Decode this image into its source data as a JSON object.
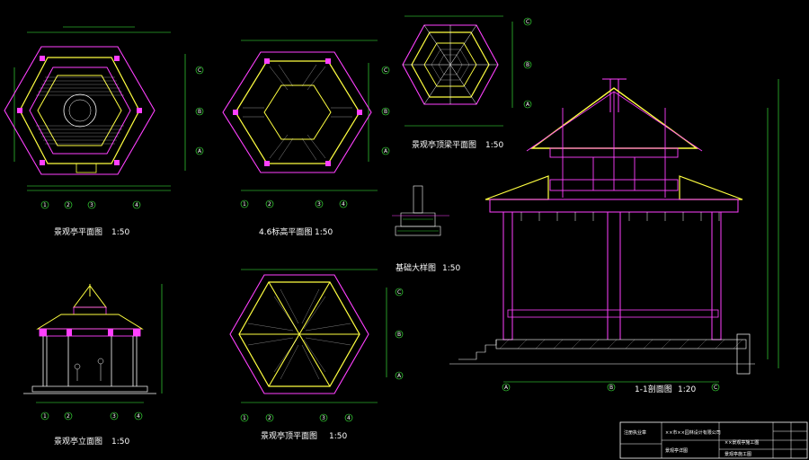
{
  "colors": {
    "background": "#000000",
    "yellow": "#ffff40",
    "magenta": "#ff40ff",
    "white": "#ffffff",
    "green": "#40ff40",
    "cyan": "#40ffff",
    "red": "#ff4040"
  },
  "drawings": {
    "plan_pavilion": {
      "title": "景观亭平面图",
      "scale": "1:50"
    },
    "plan_46": {
      "title": "4.6标高平面图",
      "scale": "1:50"
    },
    "roof_frame_plan": {
      "title": "景观亭顶梁平面图",
      "scale": "1:50"
    },
    "base_detail": {
      "title": "基础大样图",
      "scale": "1:50"
    },
    "elevation": {
      "title": "景观亭立面图",
      "scale": "1:50"
    },
    "roof_plan": {
      "title": "景观亭顶平面图",
      "scale": "1:50"
    },
    "section": {
      "title": "1-1剖面图",
      "scale": "1:20"
    }
  },
  "grid_labels": {
    "columns": [
      "1",
      "2",
      "3",
      "4"
    ],
    "rows": [
      "A",
      "B",
      "C"
    ]
  },
  "title_block": {
    "designer_label": "注册执业章",
    "company": "××市××园林设计有限公司",
    "project": "××景观亭施工图",
    "sheet_label": "景观亭施工图",
    "drawing_label": "景观亭详图"
  }
}
